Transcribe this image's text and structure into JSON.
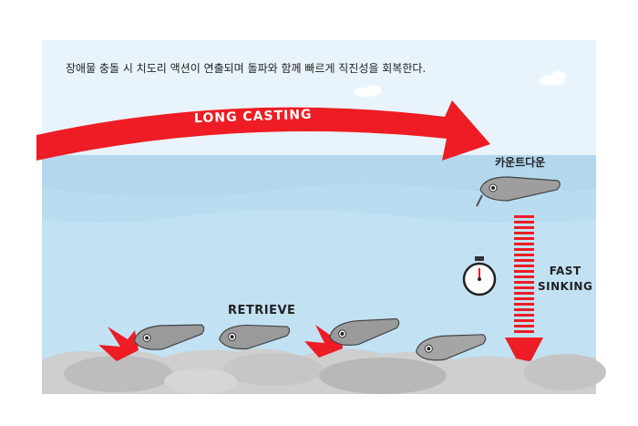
{
  "caption": "장애물 충돌 시 치도리 액션이 연출되며 돌파와 함께 빠르게 직진성을 회복한다.",
  "labels": {
    "long_casting": "LONG CASTING",
    "countdown": "카운트다운",
    "retrieve": "RETRIEVE",
    "fast_sinking_line1": "FAST",
    "fast_sinking_line2": "SINKING"
  },
  "colors": {
    "sky": "#e8f3fb",
    "water": "#bfe0f3",
    "arrow_red": "#ee1c24",
    "rock": "#c9c9c9",
    "lure_body": "#9a9a9a"
  },
  "icons": [
    "stopwatch-icon",
    "cloud-icon",
    "impact-burst-icon",
    "lure-icon"
  ]
}
